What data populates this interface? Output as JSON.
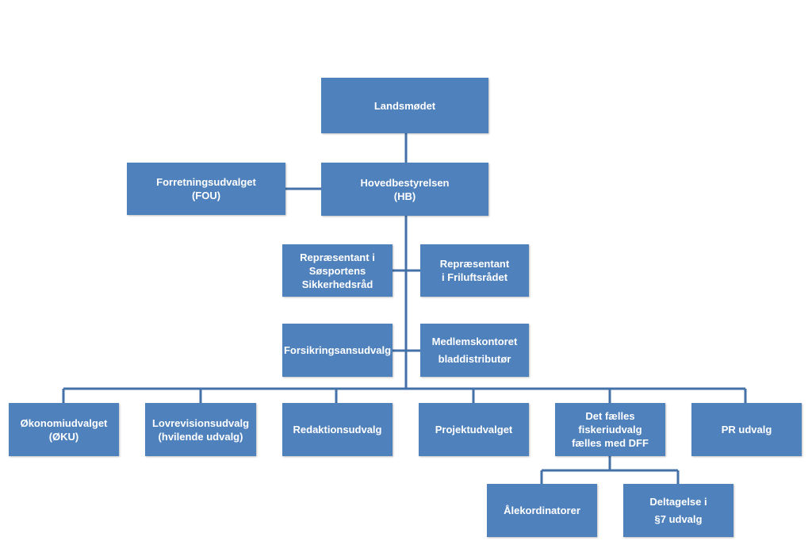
{
  "diagram": {
    "colors": {
      "box": "#4f81bd",
      "connector": "#4472a8",
      "text": "#ffffff"
    },
    "nodes": {
      "landsmodet": "Landsmødet",
      "hovedbestyrelsen": "Hovedbestyrelsen\n(HB)",
      "forretningsudvalget": "Forretningsudvalget\n(FOU)",
      "sosport": "Repræsentant i\nSøsportens\nSikkerhedsråd",
      "friluftsraadet": "Repræsentant\ni Friluftsrådet",
      "forsikring": "Forsikringsansudvalg",
      "medlemskontoret": "Medlemskontoret\nbladdistributør",
      "okonomi": "Økonomiudvalget\n(ØKU)",
      "lovrevision": "Lovrevisionsudvalg\n(hvilende udvalg)",
      "redaktion": "Redaktionsudvalg",
      "projekt": "Projektudvalget",
      "fiskeri": "Det fælles\nfiskeriudvalg\nfælles med DFF",
      "pr": "PR udvalg",
      "alekordinatorer": "Ålekordinatorer",
      "deltagelse": "Deltagelse i\n§7 udvalg"
    }
  }
}
